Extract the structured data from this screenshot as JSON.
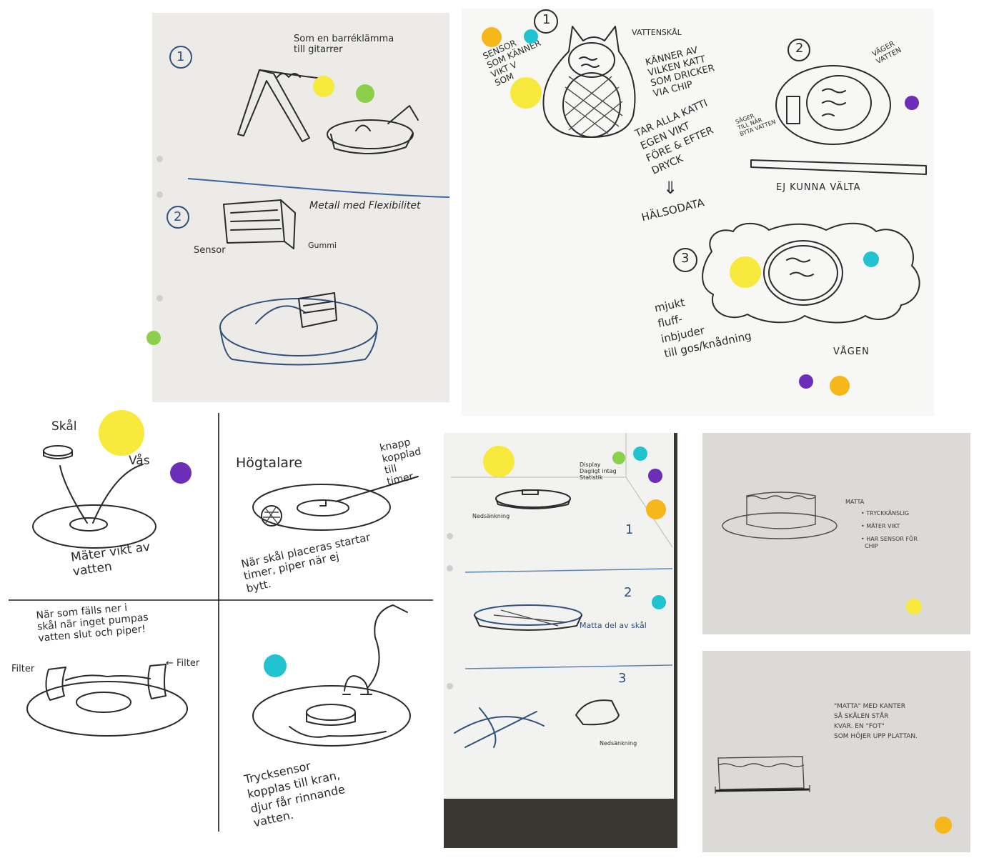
{
  "colors": {
    "yellow": "#f7ea3c",
    "green": "#8bcf4a",
    "teal": "#22c3d0",
    "purple": "#6c2eb8",
    "orange": "#f6b71b"
  },
  "sketch1": {
    "num1": "1",
    "clamp_note": "Som en barréklämma\ntill gitarrer",
    "num2": "2",
    "metal_label": "Metall med Flexibilitet",
    "sensor_label": "Sensor",
    "rubber_label": "Gummi"
  },
  "sketch2": {
    "num1": "1",
    "water_bowl": "VATTENSKÅL",
    "sensor_left": "SENSOR\nSOM KÄNNER\nVIKT V\nSOM",
    "recognizes": "KÄNNER AV\nVILKEN KATT\nSOM DRICKER\nVIA CHIP",
    "weight_note": "TAR ALLA KATTI\nEGEN VIKT\nFÖRE & EFTER\nDRYCK",
    "arrow": "⇓",
    "health": "HÄLSODATA",
    "num2": "2",
    "weighs_water": "VÄGER\nVATTEN",
    "says": "SÄGER\nTILL NÄR\nBYTA VATTEN",
    "cannot_tip": "EJ KUNNA VÄLTA",
    "num3": "3",
    "fluffy": "mjukt\nfluff-\ninbjuder\ntill gos/knådning",
    "scale": "VÅGEN"
  },
  "sketch3": {
    "bowl": "Skål",
    "vase": "Vås",
    "weighs": "Mäter vikt av\nvatten",
    "speaker": "Högtalare",
    "button": "knapp\nkopplad\ntill\ntimer",
    "timer_text": "När skål placeras startar\ntimer, piper när ej\nbytt.",
    "pump_text": "När som fälls ner i\nskål när inget pumpas\nvatten slut och piper!",
    "filter_left": "Filter",
    "filter_right": "← Filter",
    "pressure_text": "Trycksensor\nkopplas till kran,\ndjur får rinnande\nvatten."
  },
  "sketch4": {
    "display": "Display\nDagligt intag\nStatistik",
    "recess1": "Nedsänkning",
    "num1": "1",
    "num2": "2",
    "mat": "Matta del av skål",
    "num3": "3",
    "recess2": "Nedsänkning"
  },
  "sketch5": {
    "mat_title": "MATTA",
    "items": [
      "• TRYCKKÄNSLIG",
      "• MÄTER VIKT",
      "• HAR SENSOR FÖR\n  CHIP"
    ]
  },
  "sketch6": {
    "text": "\"MATTA\" MED KANTER\nSÅ SKÅLEN STÅR\nKVAR. EN \"FOT\"\nSOM HÖJER UPP PLATTAN."
  }
}
